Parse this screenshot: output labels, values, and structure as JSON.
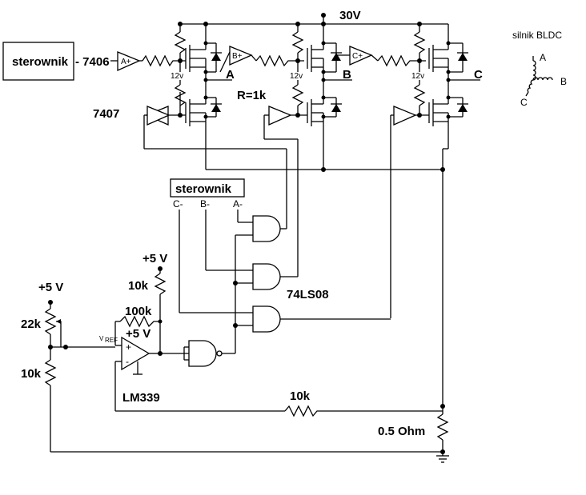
{
  "labels": {
    "controller_top": "sterownik",
    "ic_7406": "- 7406",
    "ic_7407": "7407",
    "gate_a_plus": "A+",
    "gate_b_plus": "B+",
    "gate_c_plus": "C+",
    "phase_a": "A",
    "phase_b": "B",
    "phase_c": "C",
    "supply_30v": "30V",
    "r_value": "R=1k",
    "v12_a": "12v",
    "v12_b": "12v",
    "v12_c": "12v",
    "controller_mid": "sterownik",
    "ctrl_c_minus": "C-",
    "ctrl_b_minus": "B-",
    "ctrl_a_minus": "A-",
    "ic_74ls08": "74LS08",
    "plus5v_a": "+5 V",
    "plus5v_b": "+5 V",
    "plus5v_c": "+5 V",
    "r_10k_pullup": "10k",
    "r_100k": "100k",
    "pot_22k": "22k",
    "r_10k_divider": "10k",
    "vref": "V",
    "vref_sub": "REF",
    "ic_lm339": "LM339",
    "r_10k_feedback": "10k",
    "r_shunt": "0.5 Ohm",
    "motor_title": "silnik BLDC",
    "motor_a": "A",
    "motor_b": "B",
    "motor_c": "C",
    "op_plus": "+",
    "op_minus": "-"
  }
}
